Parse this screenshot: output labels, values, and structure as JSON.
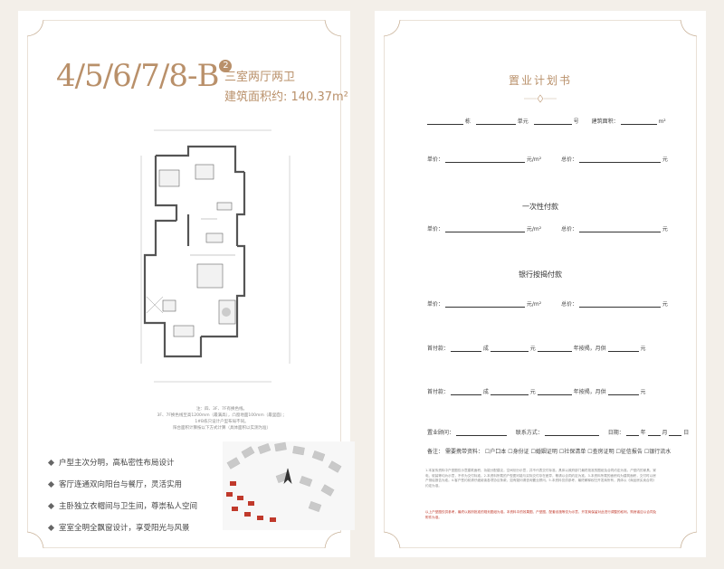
{
  "left": {
    "unit_code": "4/5/6/7/8-B",
    "unit_variant": "2",
    "layout_type": "三室两厅两卫",
    "area_label": "建筑面积约: 140.37m²",
    "notes": [
      "注：四、3F、7F有换色线。",
      "3F、7F换色线至高1200mm（最满高），凸窗地面100mm（最里面）；",
      "1#B栋只设计户型布局不同。",
      "阳台面积计算按以下方式计算（具体面积以实测为准）"
    ],
    "features": [
      "户型主次分明，高私密性布局设计",
      "客厅连通双向阳台与餐厅，灵活实用",
      "主卧独立衣帽间与卫生间，尊崇私人空间",
      "室室全明全飘窗设计，享受阳光与风景"
    ]
  },
  "right": {
    "title": "置业计划书",
    "row1": {
      "building": "栋",
      "unit": "单元",
      "room": "号",
      "area_label": "建筑面积：",
      "area_unit": "m²"
    },
    "price_row": {
      "unit_price": "单价：",
      "unit_price_unit": "元/m²",
      "total": "总价：",
      "total_unit": "元"
    },
    "section_full": "一次性付款",
    "section_loan": "银行按揭付款",
    "loan_row": {
      "down_label": "首付款：",
      "comma": "成",
      "yuan": "元",
      "loan_label": "年按揭，月供",
      "yuan2": "元"
    },
    "consultant_row": {
      "consultant": "置业顾问：",
      "contact": "联系方式：",
      "date_label": "日期：",
      "year": "年",
      "month": "月",
      "day": "日"
    },
    "remarks": {
      "label": "备注：",
      "intro": "需要携带资料：",
      "items": [
        "户口本",
        "身份证",
        "婚姻证明",
        "社保清单",
        "查房证明",
        "征信报告",
        "银行流水"
      ]
    },
    "disclaimer": "1.本宣传资料中户型图仅示意建筑面积，功能分配建议，空间划分示意，并不代表交付标准。具体以政府部门最终批准的图纸及合同约定为准。户型内的家具、家电、软装等均为示意，不作为交付标准。2.本资料所载的户型图可能与实际交付存在差异，敬请以合同约定为准。3.本资料所载的面积均为建筑面积，交付时以房产测绘报告为准。4.客户签约前请仔细阅读各项协议条款，如有疑问请咨询置业顾问。5.本资料仅供参考，最终解释权归开发商所有，具体以《商品房买卖合同》约定为准。",
    "disclaimer_red": "以上户型图仅供参考，最终以政府批准的规划图纸为准。本资料中的效果图、户型图、配套设施等仅为示意，开发商保留对此进行调整的权利。购房者应以合同及附件为准。"
  }
}
